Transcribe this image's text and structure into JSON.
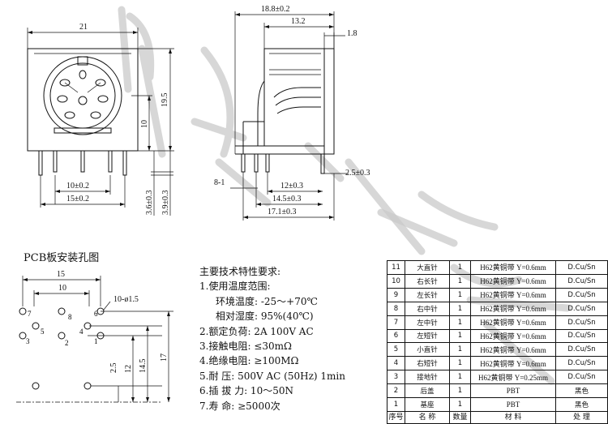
{
  "watermark_strokes": [
    "watermark-stroke-1",
    "watermark-stroke-2",
    "watermark-stroke-3",
    "watermark-stroke-4",
    "watermark-stroke-5"
  ],
  "front_view": {
    "width_dim": "21",
    "height_dim": "19.5",
    "inner_dim": "10",
    "pin_pitch_10": "10±0.2",
    "pin_span_15": "15±0.2",
    "pin_len_36": "3.6±0.3",
    "pin_len_39": "3.9±0.3"
  },
  "side_view": {
    "overall_188": "18.8±0.2",
    "body_132": "13.2",
    "flange_18": "1.8",
    "pin_81": "8-1",
    "pin_25": "2.5±0.3",
    "pin_12": "12±0.3",
    "pin_145": "14.5±0.3",
    "pin_171": "17.1±0.3"
  },
  "pcb": {
    "title": "PCB板安装孔图",
    "dim_15": "15",
    "dim_10": "10",
    "hole_spec": "10-ø1.5",
    "dim_25": "2.5",
    "dim_12": "12",
    "dim_145": "14.5",
    "dim_17": "17",
    "pin_numbers": [
      "7",
      "6",
      "8",
      "3",
      "5",
      "4",
      "2",
      "1"
    ]
  },
  "specs": {
    "heading": "主要技术特性要求:",
    "lines": [
      {
        "text": "1.使用温度范围:",
        "indent": false
      },
      {
        "text": "环境温度: -25～+70℃",
        "indent": true
      },
      {
        "text": "相对湿度: 95%(40℃)",
        "indent": true
      },
      {
        "text": "2.额定负荷: 2A 100V AC",
        "indent": false
      },
      {
        "text": "3.接触电阻: ≤30mΩ",
        "indent": false
      },
      {
        "text": "4.绝缘电阻: ≥100MΩ",
        "indent": false
      },
      {
        "text": "5.耐 压: 500V AC (50Hz) 1min",
        "indent": false
      },
      {
        "text": "6.插 拔 力: 10～50N",
        "indent": false
      },
      {
        "text": "7.寿 命: ≥5000次",
        "indent": false
      }
    ]
  },
  "bom": {
    "rows": [
      {
        "no": "11",
        "name": "大直针",
        "qty": "1",
        "material": "H62黄铜带 Y=0.6mm",
        "finish": "D.Cu/Sn"
      },
      {
        "no": "10",
        "name": "右长针",
        "qty": "1",
        "material": "H62黄铜带 Y=0.6mm",
        "finish": "D.Cu/Sn"
      },
      {
        "no": "9",
        "name": "左长针",
        "qty": "1",
        "material": "H62黄铜带 Y=0.6mm",
        "finish": "D.Cu/Sn"
      },
      {
        "no": "8",
        "name": "右中针",
        "qty": "1",
        "material": "H62黄铜带 Y=0.6mm",
        "finish": "D.Cu/Sn"
      },
      {
        "no": "7",
        "name": "左中针",
        "qty": "1",
        "material": "H62黄铜带 Y=0.6mm",
        "finish": "D.Cu/Sn"
      },
      {
        "no": "6",
        "name": "左短针",
        "qty": "1",
        "material": "H62黄铜带 Y=0.6mm",
        "finish": "D.Cu/Sn"
      },
      {
        "no": "5",
        "name": "小直针",
        "qty": "1",
        "material": "H62黄铜带 Y=0.6mm",
        "finish": "D.Cu/Sn"
      },
      {
        "no": "4",
        "name": "右短针",
        "qty": "1",
        "material": "H62黄铜带 Y=0.6mm",
        "finish": "D.Cu/Sn"
      },
      {
        "no": "3",
        "name": "接地针",
        "qty": "1",
        "material": "H62黄铜带 Y=0.25mm",
        "finish": "D.Cu/Sn"
      },
      {
        "no": "2",
        "name": "后盖",
        "qty": "1",
        "material": "PBT",
        "finish": "黑色"
      },
      {
        "no": "1",
        "name": "基座",
        "qty": "1",
        "material": "PBT",
        "finish": "黑色"
      }
    ],
    "header": {
      "no": "序号",
      "name": "名 称",
      "qty": "数量",
      "material": "材 料",
      "finish": "处 理"
    }
  }
}
